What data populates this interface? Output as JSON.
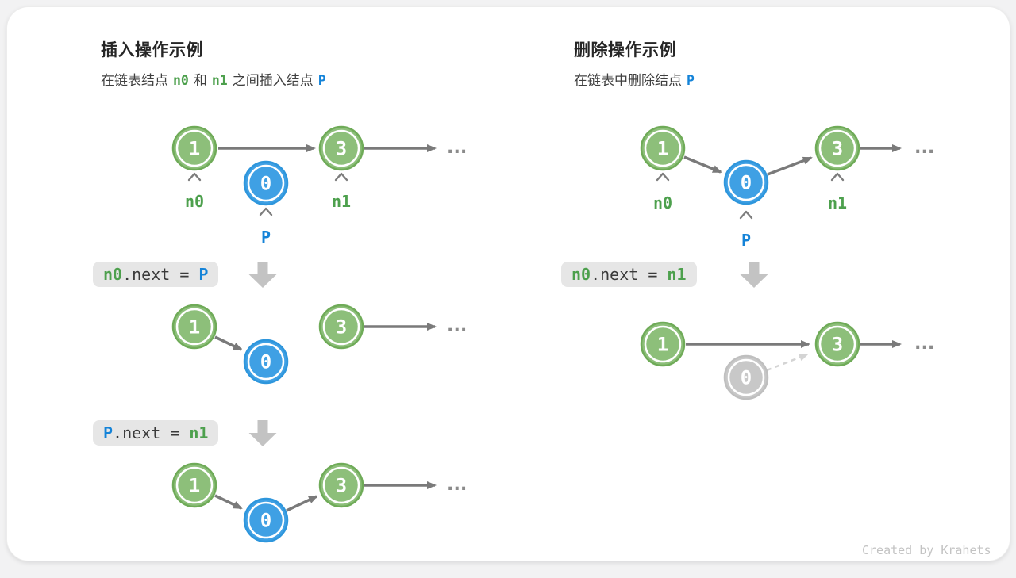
{
  "colors": {
    "node_green_fill": "#8DBF7A",
    "node_green_border": "#6FAB58",
    "node_blue_fill": "#3FA0E4",
    "node_blue_border": "#2E96DC",
    "node_gray_fill": "#C8C8C8",
    "node_gray_border": "#BFBFBF",
    "text_green": "#4DA04D",
    "text_blue": "#1483D8",
    "arrow_gray": "#7A7A7A",
    "dashed_gray": "#D4D4D4",
    "codebox_bg": "#E6E6E6",
    "block_arrow_gray": "#C3C3C3",
    "credit_gray": "#C3C3C3"
  },
  "shared": {
    "node1": "1",
    "node0": "0",
    "node3": "3",
    "ellipsis": "...",
    "label_n0": "n0",
    "label_n1": "n1",
    "label_p": "P"
  },
  "left": {
    "title": "插入操作示例",
    "subtitle": {
      "part1": "在链表结点",
      "n0": "n0",
      "part2": "和",
      "n1": "n1",
      "part3": "之间插入结点",
      "p": "P"
    },
    "code1": {
      "lhs": "n0",
      "op": ".next = ",
      "rhs": "P"
    },
    "code2": {
      "lhs": "P",
      "op": ".next = ",
      "rhs": "n1"
    }
  },
  "right": {
    "title": "删除操作示例",
    "subtitle": {
      "part1": "在链表中删除结点",
      "p": "P"
    },
    "code1": {
      "lhs": "n0",
      "op": ".next = ",
      "rhs": "n1"
    }
  },
  "footer": {
    "credit": "Created by Krahets"
  }
}
